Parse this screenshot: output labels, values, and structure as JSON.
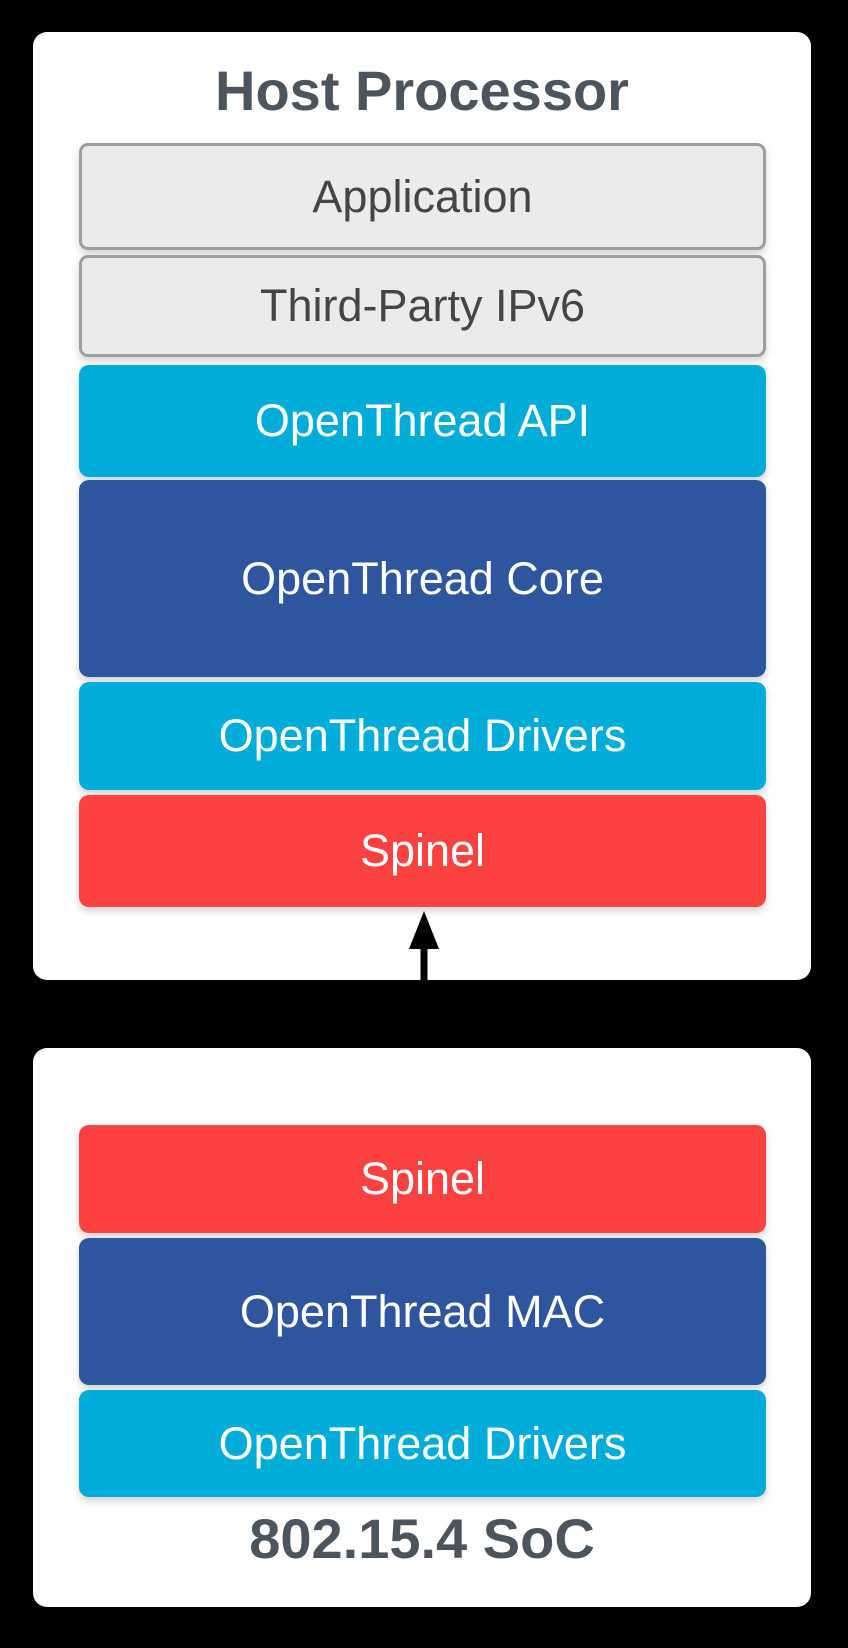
{
  "colors": {
    "background": "#000000",
    "panel": "#ffffff",
    "cyan": "#00ADD9",
    "blue": "#2D569E",
    "red": "#FC4141",
    "gray_fill": "#EBEBEB",
    "gray_border": "#9E9E9E",
    "title_text": "#4C555D",
    "gray_box_text": "#454545",
    "layer_text_on_color": "#ffffff",
    "arrow": "#000000"
  },
  "host_panel": {
    "title": "Host Processor",
    "layers": [
      {
        "label": "Application",
        "type": "gray"
      },
      {
        "label": "Third-Party IPv6",
        "type": "gray"
      },
      {
        "label": "OpenThread API",
        "type": "cyan"
      },
      {
        "label": "OpenThread Core",
        "type": "blue"
      },
      {
        "label": "OpenThread Drivers",
        "type": "cyan"
      },
      {
        "label": "Spinel",
        "type": "red"
      }
    ]
  },
  "soc_panel": {
    "title": "802.15.4 SoC",
    "layers": [
      {
        "label": "Spinel",
        "type": "red"
      },
      {
        "label": "OpenThread MAC",
        "type": "blue"
      },
      {
        "label": "OpenThread Drivers",
        "type": "cyan"
      }
    ]
  },
  "connector": {
    "meaning": "Spinel protocol link between Host Processor and 802.15.4 SoC",
    "style": "double-headed vertical arrow"
  }
}
